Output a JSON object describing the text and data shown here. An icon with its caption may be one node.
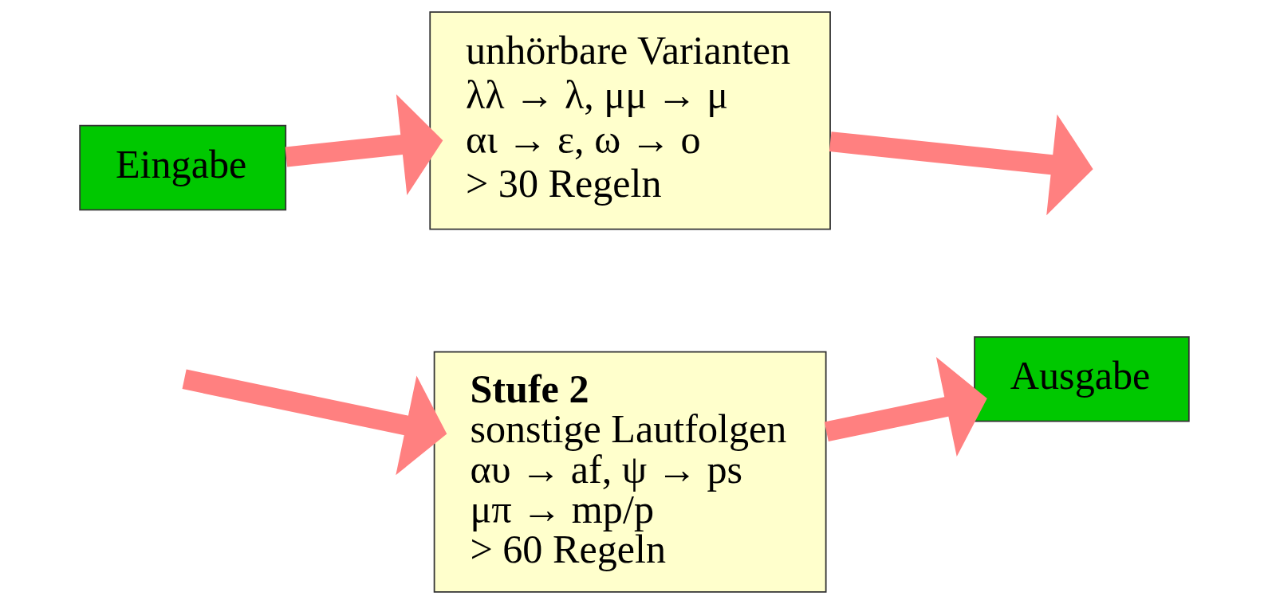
{
  "diagram": {
    "nodes": [
      {
        "text": [
          "Eingabe"
        ]
      },
      {
        "text": [
          "unhörbare Varianten",
          "λλ → λ, μμ → μ",
          "αι → ε, ω → o",
          "> 30 Regeln"
        ]
      },
      {
        "text": [
          "**Stufe 2**",
          "sonstige Lautfolgen",
          "αυ → af, ψ → ps",
          "μπ → mp/p",
          "> 60 Regeln"
        ]
      },
      {
        "text": [
          "Ausgabe"
        ]
      }
    ],
    "edges": [
      {
        "from": 0,
        "to": 1,
        "arrow": "to"
      },
      {
        "from": 1,
        "to": null,
        "arrow": "to"
      },
      {
        "from": null,
        "to": 2,
        "arrow": "to"
      },
      {
        "from": 2,
        "to": 3,
        "arrow": "to"
      }
    ]
  }
}
